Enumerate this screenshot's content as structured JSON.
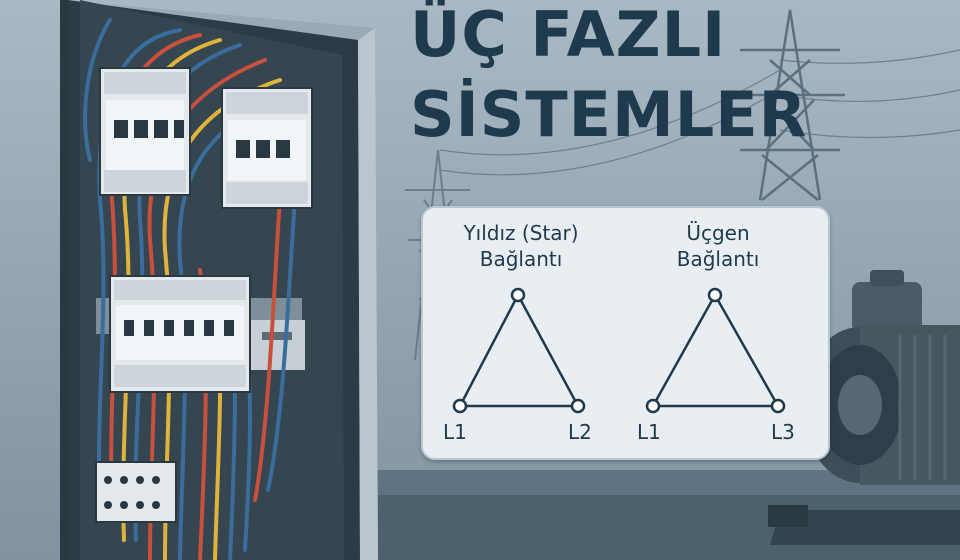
{
  "title": {
    "line1": "ÜÇ FAZLI",
    "line2": "SİSTEMLER"
  },
  "diagrams": [
    {
      "title_line1": "Yıldız (Star)",
      "title_line2": "Bağlantı",
      "labels": [
        "L1",
        "L2"
      ]
    },
    {
      "title_line1": "Üçgen",
      "title_line2": "Bağlantı",
      "labels": [
        "L1",
        "L3"
      ]
    }
  ],
  "colors": {
    "title": "#1e3a4c",
    "card": "#e8eef1",
    "wire_red": "#c8503c",
    "wire_yellow": "#e0b43c",
    "wire_blue": "#3a6c9c"
  }
}
